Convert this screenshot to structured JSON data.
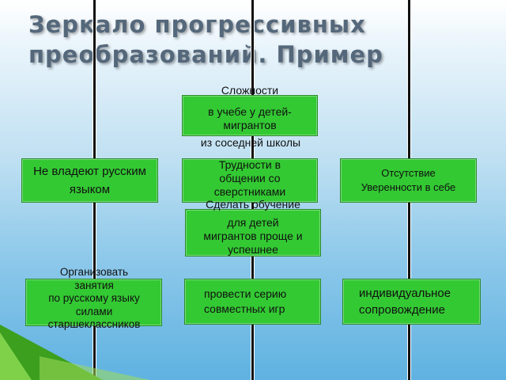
{
  "title": {
    "line1": "Зеркало прогрессивных",
    "line2": "преобразований. Пример"
  },
  "top_box": {
    "overlay_line1": "Сложности",
    "lines": [
      "в учебе у детей-",
      "мигрантов"
    ],
    "under_line": "из соседней школы"
  },
  "middle_row": {
    "left": [
      "Не владеют русским",
      "языком"
    ],
    "center": [
      "Трудности в",
      "общении со",
      "сверстниками"
    ],
    "right": [
      "Отсутствие",
      "Уверенности в себе"
    ]
  },
  "goal_box": {
    "overlay_line": "Сделать обучение",
    "lines": [
      "для детей",
      "мигрантов проще и",
      "успешнее"
    ]
  },
  "bottom_row": {
    "left_overlay": [
      "Организовать",
      "занятия",
      "по  русскому языку",
      "силами",
      "старшеклассников"
    ],
    "center": [
      "провести серию",
      "совместных игр"
    ],
    "right": [
      "индивидуальное",
      "сопровождение"
    ]
  },
  "colors": {
    "box_fill": "#33c933",
    "line": "#111111",
    "title": "#55687b"
  }
}
